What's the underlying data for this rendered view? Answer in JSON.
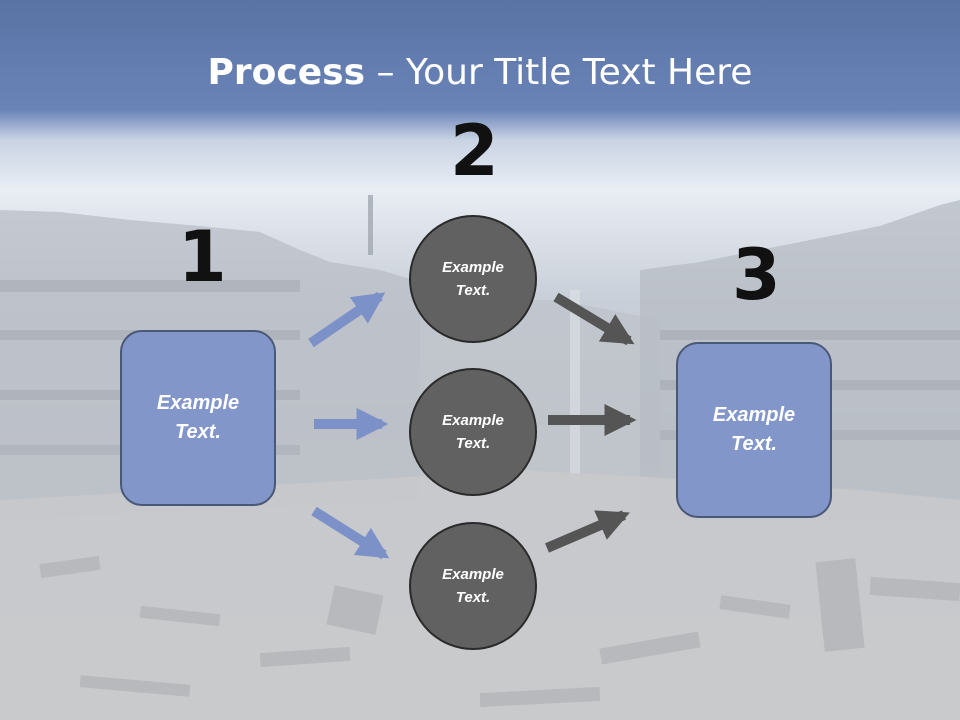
{
  "title": {
    "bold": "Process",
    "rest": " – Your Title Text Here"
  },
  "steps": {
    "one": "1",
    "two": "2",
    "three": "3"
  },
  "left_box": "Example Text.",
  "circles": [
    "Example Text.",
    "Example Text.",
    "Example Text."
  ],
  "right_box": "Example Text.",
  "colors": {
    "box_fill": "#8296c9",
    "circle_fill": "#616161",
    "arrow_blue": "#7b91c8",
    "arrow_gray": "#555555",
    "header_blue": "#5a73a5"
  }
}
